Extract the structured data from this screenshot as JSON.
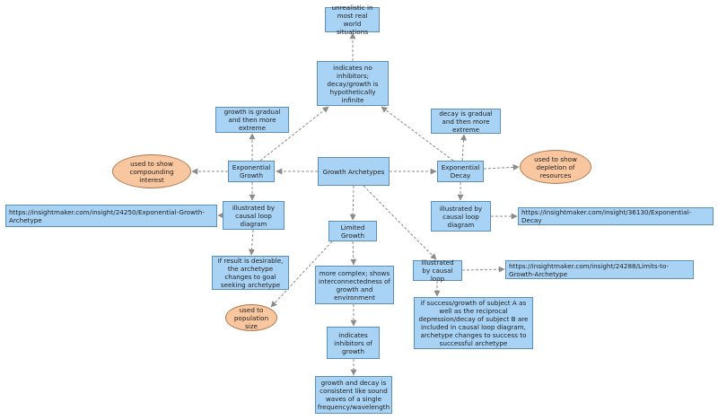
{
  "nodes": {
    "root": "Growth Archetypes",
    "exp_growth": "Exponential Growth",
    "exp_decay": "Exponential Decay",
    "limited": "Limited Growth",
    "no_inhibitor": "indicates no inhibitors; decay/growth is hypothetically infinite",
    "unrealistic": "unrealistic in most real world situations",
    "growth_gradual": "growth is gradual and then more extreme",
    "decay_gradual": "decay is gradual and then more extreme",
    "compounding": "used to show compounding interest",
    "depletion": "used to show depletion of resources",
    "eg_cld": "illustrated by causal loop diagram",
    "eg_url": "https://insightmaker.com/insight/24250/Exponential-Growth-Archetype",
    "ed_cld": "illustrated by causal loop diagram",
    "ed_url": "https://insightmaker.com/insight/36130/Exponential-Decay",
    "goal_seeking": "if result is desirable, the archetype changes to goal seeking archetype",
    "population": "used to population size",
    "complex": "more complex; shows interconnectedness of growth and environment",
    "inhibitors": "indicates inhibitors of growth",
    "sound": "growth and decay is consistent like sound waves of a single frequency/wavelength",
    "lg_cld": "illustrated by causal loop",
    "lg_url": "https://insightmaker.com/insight/24288/Limits-to-Growth-Archetype",
    "success": "if success/growth of subject A as well as the reciprocal depression/decay of subject B are included in causal loop diagram, archetype changes to success to successful archetype"
  }
}
